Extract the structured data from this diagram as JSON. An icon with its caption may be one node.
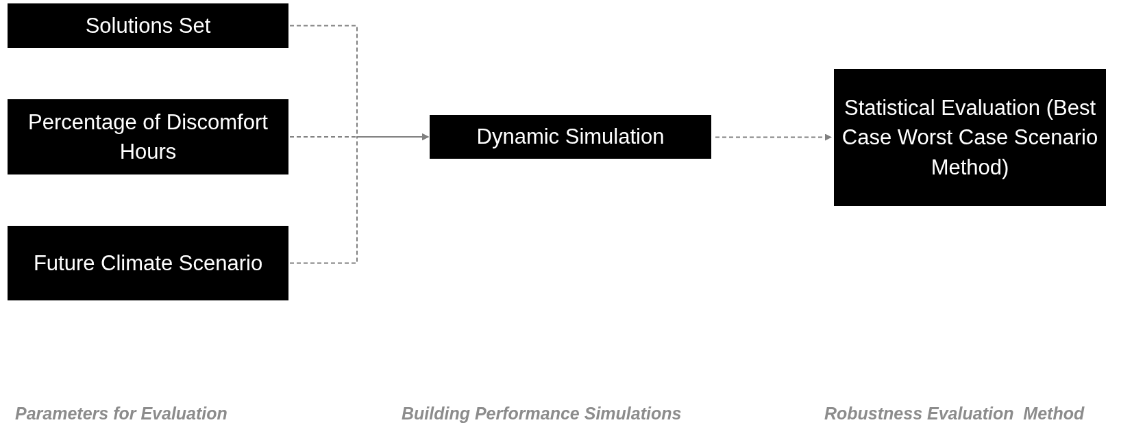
{
  "diagram": {
    "nodes": [
      {
        "text": [
          "Solutions Set"
        ]
      },
      {
        "text": [
          "Percentage of Discomfort Hours"
        ]
      },
      {
        "text": [
          "Future Climate Scenario"
        ]
      },
      {
        "text": [
          "Dynamic Simulation"
        ]
      },
      {
        "text": [
          "Statistical Evaluation (Best Case Worst Case Scenario Method)"
        ]
      }
    ],
    "edges": [
      {
        "from": 0,
        "to": 3,
        "arrow": "to",
        "style": "dashed"
      },
      {
        "from": 1,
        "to": 3,
        "arrow": "to",
        "style": "dashed"
      },
      {
        "from": 2,
        "to": 3,
        "arrow": "to",
        "style": "dashed"
      },
      {
        "from": 3,
        "to": 4,
        "arrow": "to",
        "style": "dashed"
      }
    ],
    "labels": [
      "Parameters for Evaluation",
      "Building Performance Simulations",
      "Robustness Evaluation  Method"
    ]
  }
}
